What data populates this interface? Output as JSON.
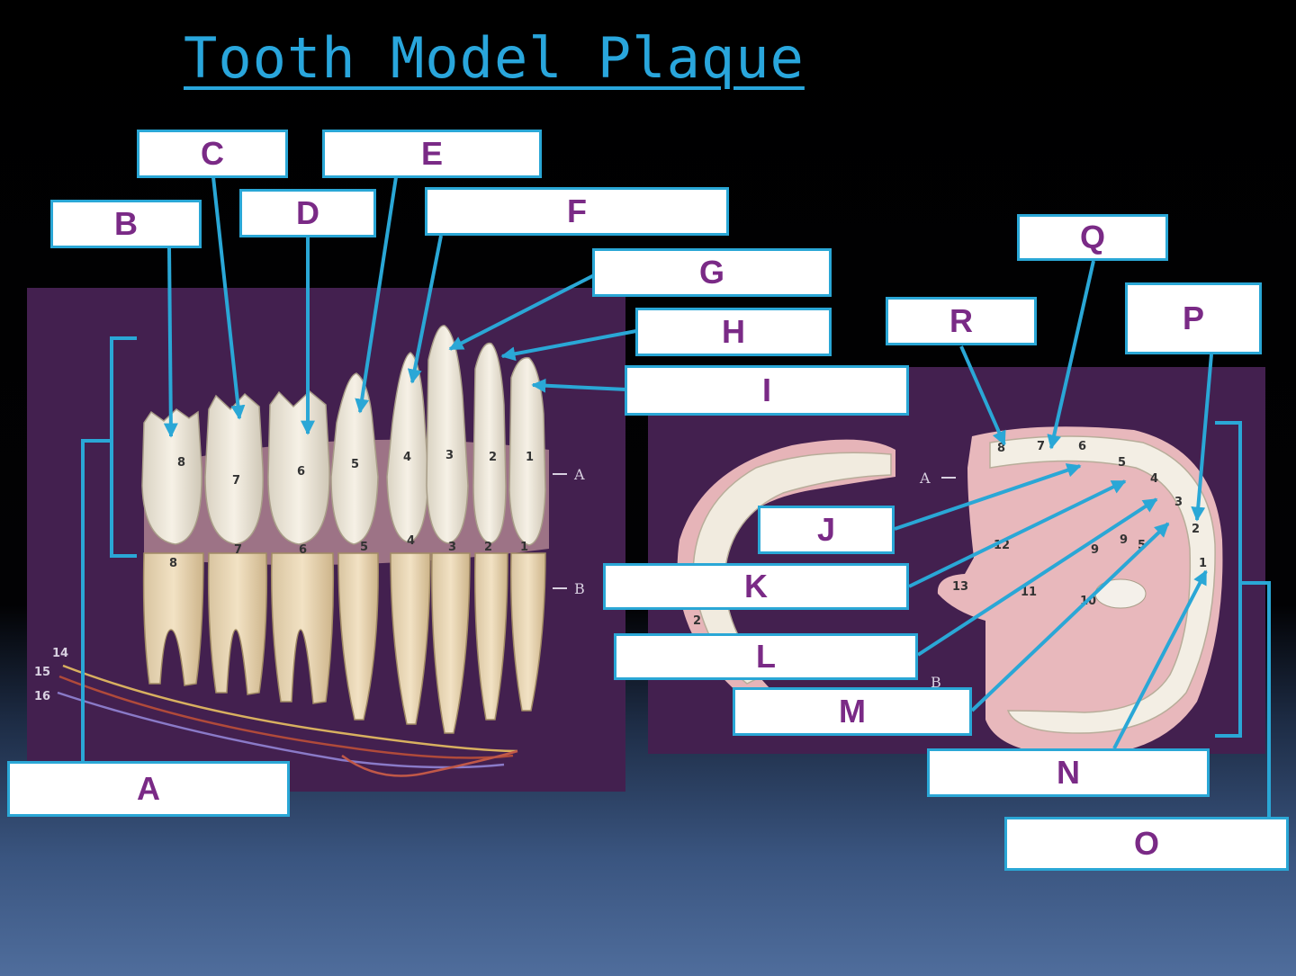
{
  "title": "Tooth Model Plaque",
  "labels": [
    "A",
    "B",
    "C",
    "D",
    "E",
    "F",
    "G",
    "H",
    "I",
    "J",
    "K",
    "L",
    "M",
    "N",
    "O",
    "P",
    "Q",
    "R"
  ],
  "plaque_left": {
    "marker_a": "A",
    "marker_b": "B",
    "crown_numbers": [
      "8",
      "7",
      "6",
      "5",
      "4",
      "3",
      "2",
      "1"
    ],
    "root_numbers": [
      "8",
      "7",
      "6",
      "5",
      "4",
      "3",
      "2",
      "1"
    ],
    "nerve_numbers": [
      "14",
      "15",
      "16"
    ]
  },
  "plaque_right": {
    "marker_a": "A",
    "marker_b": "B",
    "arch_numbers": [
      "8",
      "7",
      "6",
      "5",
      "4",
      "3",
      "2",
      "1"
    ],
    "palate_numbers": [
      "9",
      "9",
      "5",
      "12",
      "11",
      "13",
      "10"
    ],
    "left_number": "2"
  },
  "colors": {
    "title": "#29a6dc",
    "label_text": "#7a2a86",
    "arrow": "#2aa7d6",
    "panel": "#43204f"
  }
}
